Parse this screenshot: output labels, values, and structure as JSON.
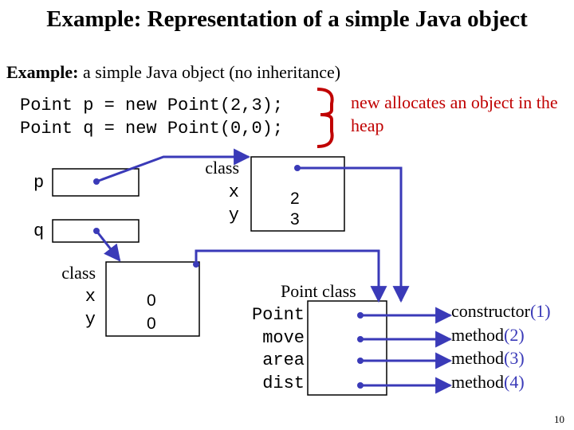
{
  "title": "Example: Representation of a simple Java object",
  "subtitle": {
    "bold": "Example:",
    "rest": " a simple Java object (no inheritance)"
  },
  "code": {
    "line1": "Point p = new Point(2,3);",
    "line2": "Point q = new Point(0,0);"
  },
  "note": "new allocates an object in the heap",
  "variables": {
    "p": "p",
    "q": "q"
  },
  "object_p": {
    "class_label": "class",
    "field_x": "x",
    "field_y": "y",
    "value_x": "2",
    "value_y": "3"
  },
  "object_q": {
    "class_label": "class",
    "field_x": "x",
    "field_y": "y",
    "value_x": "0",
    "value_y": "0"
  },
  "point_class": {
    "heading": "Point class",
    "entries": [
      "Point",
      "move",
      "area",
      "dist"
    ]
  },
  "methods": [
    "constructor",
    "method",
    "method",
    "method"
  ],
  "method_numbers": [
    "(1)",
    "(2)",
    "(3)",
    "(4)"
  ],
  "page_number": "10",
  "colors": {
    "arrow": "#3a3ab8",
    "accent": "#c00000",
    "text": "#000000"
  }
}
